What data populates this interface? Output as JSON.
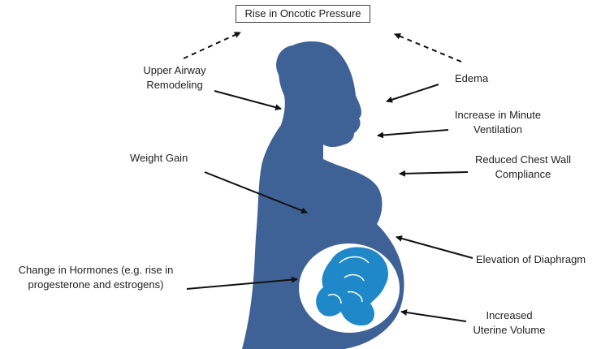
{
  "title": "Rise in Oncotic Pressure",
  "colors": {
    "silhouette": "#3e6296",
    "womb": "#ffffff",
    "fetus": "#1e88c8",
    "arrow": "#111111",
    "text": "#222222"
  },
  "factors": {
    "upper_airway": "Upper Airway\nRemodeling",
    "edema": "Edema",
    "minute_ventilation": "Increase in Minute\nVentilation",
    "weight_gain": "Weight Gain",
    "chest_wall": "Reduced Chest Wall\nCompliance",
    "diaphragm": "Elevation of Diaphragm",
    "hormones": "Change in Hormones (e.g. rise in\nprogesterone and estrogens)",
    "uterine_volume": "Increased\nUterine Volume"
  }
}
